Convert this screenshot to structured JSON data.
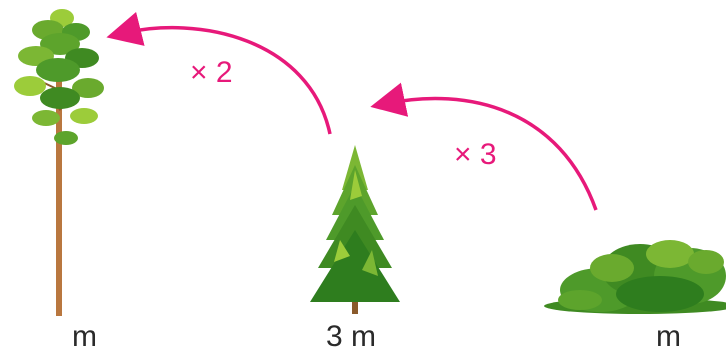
{
  "colors": {
    "arrow": "#e7197a",
    "text": "#2a2a2a",
    "foliage_dark": "#2e7d1e",
    "foliage_mid": "#4e9a2a",
    "foliage_light": "#9ccc3a",
    "trunk": "#b9773f"
  },
  "trees": {
    "pine": {
      "label": "m"
    },
    "spruce": {
      "label": "3 m"
    },
    "bush": {
      "label": "m"
    }
  },
  "arrows": {
    "spruce_to_pine": {
      "label": "× 2"
    },
    "bush_to_spruce": {
      "label": "× 3"
    }
  }
}
